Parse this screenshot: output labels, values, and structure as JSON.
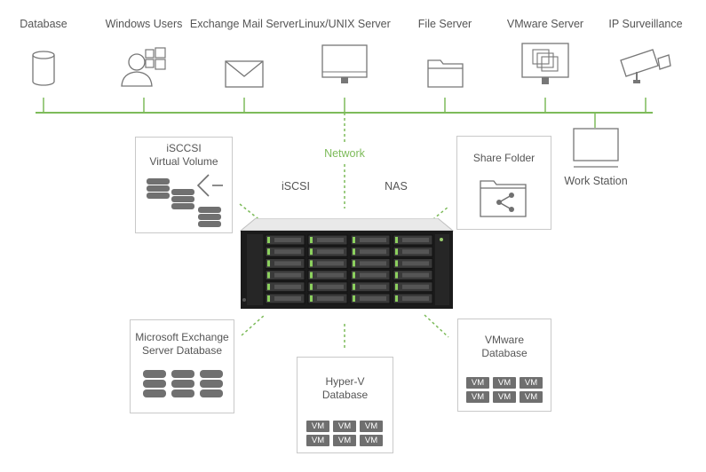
{
  "top_devices": [
    {
      "label": "Database",
      "icon": "database-icon"
    },
    {
      "label": "Windows Users",
      "icon": "windows-user-icon"
    },
    {
      "label": "Exchange Mail Server",
      "icon": "mail-icon"
    },
    {
      "label": "Linux/UNIX Server",
      "icon": "monitor-icon"
    },
    {
      "label": "File Server",
      "icon": "folder-icon"
    },
    {
      "label": "VMware Server",
      "icon": "vmware-monitor-icon"
    },
    {
      "label": "IP Surveillance",
      "icon": "camera-icon"
    }
  ],
  "network_label": "Network",
  "iscsi_label": "iSCSI",
  "nas_label": "NAS",
  "workstation_label": "Work Station",
  "boxes": {
    "iscsi_volume": {
      "line1": "iSCCSI",
      "line2": "Virtual  Volume"
    },
    "share_folder": {
      "title": "Share Folder"
    },
    "exchange_db": {
      "line1": "Microsoft Exchange",
      "line2": "Server Database"
    },
    "hyperv_db": {
      "line1": "Hyper-V",
      "line2": "Database"
    },
    "vmware_db": {
      "line1": "VMware",
      "line2": "Database"
    }
  },
  "vm_label": "VM",
  "colors": {
    "network_green": "#7dbb5a",
    "icon_gray": "#777777",
    "box_border": "#c9c9c9",
    "vm_fill": "#6f6f6f"
  }
}
